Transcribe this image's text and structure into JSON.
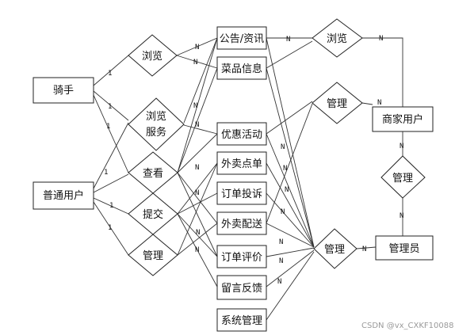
{
  "entities": {
    "rider": "骑手",
    "normal_user": "普通用户",
    "announcement": "公告/资讯",
    "dish_info": "菜品信息",
    "promotion": "优惠活动",
    "takeout_order": "外卖点单",
    "order_complaint": "订单投诉",
    "delivery": "外卖配送",
    "order_review": "订单评价",
    "feedback": "留言反馈",
    "system_mgmt": "系统管理",
    "merchant": "商家用户",
    "admin": "管理员"
  },
  "relationships": {
    "browse_left": "浏览",
    "browse_service": [
      "浏览",
      "服务"
    ],
    "view": "查看",
    "submit": "提交",
    "manage_left": "管理",
    "browse_right": "浏览",
    "manage_merchant": "管理",
    "manage_between": "管理",
    "manage_admin": "管理"
  },
  "cardinality": {
    "one": "1",
    "many": "N"
  },
  "watermark": "CSDN @vx_CXKF10088"
}
